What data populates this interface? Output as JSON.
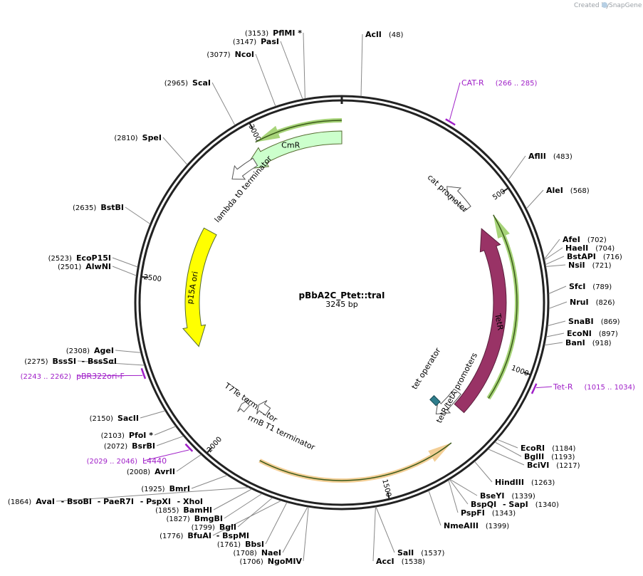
{
  "brand": {
    "created_by": "Created by",
    "name": "SnapGene"
  },
  "plasmid": {
    "name": "pBbA2C_Ptet::traI",
    "length": 3245,
    "length_label": "3245 bp"
  },
  "ticks": [
    500,
    1000,
    1500,
    2000,
    2500,
    3000
  ],
  "enzymes": [
    {
      "name": "AclI",
      "pos": "(48)",
      "bp": 48
    },
    {
      "name": "AflII",
      "pos": "(483)",
      "bp": 483
    },
    {
      "name": "AleI",
      "pos": "(568)",
      "bp": 568
    },
    {
      "name": "AfeI",
      "pos": "(702)",
      "bp": 702
    },
    {
      "name": "HaeII",
      "pos": "(704)",
      "bp": 704
    },
    {
      "name": "BstAPI",
      "pos": "(716)",
      "bp": 716
    },
    {
      "name": "NsiI",
      "pos": "(721)",
      "bp": 721
    },
    {
      "name": "SfcI",
      "pos": "(789)",
      "bp": 789
    },
    {
      "name": "NruI",
      "pos": "(826)",
      "bp": 826
    },
    {
      "name": "SnaBI",
      "pos": "(869)",
      "bp": 869
    },
    {
      "name": "EcoNI",
      "pos": "(897)",
      "bp": 897
    },
    {
      "name": "BanI",
      "pos": "(918)",
      "bp": 918
    },
    {
      "name": "EcoRI",
      "pos": "(1184)",
      "bp": 1184
    },
    {
      "name": "BglII",
      "pos": "(1193)",
      "bp": 1193
    },
    {
      "name": "BciVI",
      "pos": "(1217)",
      "bp": 1217
    },
    {
      "name": "HindIII",
      "pos": "(1263)",
      "bp": 1263
    },
    {
      "name": "BseYI",
      "pos": "(1339)",
      "bp": 1339
    },
    {
      "name": "BspQI",
      "pos": "",
      "bp": 1340
    },
    {
      "name": "- SapI",
      "pos": "(1340)",
      "bp": 1340
    },
    {
      "name": "PspFI",
      "pos": "(1343)",
      "bp": 1343
    },
    {
      "name": "NmeAIII",
      "pos": "(1399)",
      "bp": 1399
    },
    {
      "name": "SalI",
      "pos": "(1537)",
      "bp": 1537
    },
    {
      "name": "AccI",
      "pos": "(1538)",
      "bp": 1538
    },
    {
      "name": "NgoMIV",
      "pos": "(1706)",
      "bp": 1706
    },
    {
      "name": "NaeI",
      "pos": "(1708)",
      "bp": 1708
    },
    {
      "name": "BbsI",
      "pos": "(1761)",
      "bp": 1761
    },
    {
      "name": "BfuAI",
      "pos": "(1776)",
      "bp": 1776
    },
    {
      "name": "- BspMI",
      "pos": "",
      "bp": 1776
    },
    {
      "name": "BglI",
      "pos": "(1799)",
      "bp": 1799
    },
    {
      "name": "BmgBI",
      "pos": "(1827)",
      "bp": 1827
    },
    {
      "name": "BamHI",
      "pos": "(1855)",
      "bp": 1855
    },
    {
      "name": "AvaI",
      "pos": "(1864)",
      "bp": 1864
    },
    {
      "name": "- BsoBI",
      "pos": "",
      "bp": 1864
    },
    {
      "name": "- PaeR7I",
      "pos": "",
      "bp": 1864
    },
    {
      "name": "- PspXI",
      "pos": "",
      "bp": 1864
    },
    {
      "name": "- XhoI",
      "pos": "",
      "bp": 1864
    },
    {
      "name": "BmrI",
      "pos": "(1925)",
      "bp": 1925
    },
    {
      "name": "AvrII",
      "pos": "(2008)",
      "bp": 2008
    },
    {
      "name": "BsrBI",
      "pos": "(2072)",
      "bp": 2072
    },
    {
      "name": "PfoI *",
      "pos": "(2103)",
      "bp": 2103
    },
    {
      "name": "SacII",
      "pos": "(2150)",
      "bp": 2150
    },
    {
      "name": "BssSI",
      "pos": "(2275)",
      "bp": 2275
    },
    {
      "name": "- BssSαI",
      "pos": "",
      "bp": 2275
    },
    {
      "name": "AgeI",
      "pos": "(2308)",
      "bp": 2308
    },
    {
      "name": "AlwNI",
      "pos": "(2501)",
      "bp": 2501
    },
    {
      "name": "EcoP15I",
      "pos": "(2523)",
      "bp": 2523
    },
    {
      "name": "BstBI",
      "pos": "(2635)",
      "bp": 2635
    },
    {
      "name": "SpeI",
      "pos": "(2810)",
      "bp": 2810
    },
    {
      "name": "ScaI",
      "pos": "(2965)",
      "bp": 2965
    },
    {
      "name": "NcoI",
      "pos": "(3077)",
      "bp": 3077
    },
    {
      "name": "PasI",
      "pos": "(3147)",
      "bp": 3147
    },
    {
      "name": "PflMI *",
      "pos": "(3153)",
      "bp": 3153
    }
  ],
  "primers": [
    {
      "name": "CAT-R",
      "range": "(266 .. 285)",
      "start": 266,
      "end": 285
    },
    {
      "name": "Tet-R",
      "range": "(1015 .. 1034)",
      "start": 1015,
      "end": 1034
    },
    {
      "name": "L4440",
      "range": "(2029 .. 2046)",
      "start": 2029,
      "end": 2046
    },
    {
      "name": "pBR322ori-F",
      "range": "(2243 .. 2262)",
      "start": 2243,
      "end": 2262
    }
  ],
  "features": [
    {
      "name": "CmR",
      "type": "cds",
      "start": 2920,
      "end": 3245,
      "color": "#ccffcc",
      "direction": "reverse"
    },
    {
      "name": "cat promoter",
      "type": "promoter",
      "start": 380,
      "end": 480,
      "color": "#ffffff",
      "direction": "reverse"
    },
    {
      "name": "lambda t0 terminator",
      "type": "terminator",
      "start": 2870,
      "end": 2960,
      "color": "#ffffff",
      "direction": "reverse"
    },
    {
      "name": "p15A ori",
      "type": "rep_origin",
      "start": 2280,
      "end": 2690,
      "color": "#ffff00",
      "direction": "reverse"
    },
    {
      "name": "TetR",
      "type": "cds",
      "start": 560,
      "end": 1190,
      "color": "#993366",
      "direction": "reverse"
    },
    {
      "name": "tetR/tetA promoters",
      "type": "promoter",
      "start": 1150,
      "end": 1260,
      "color": "#ffffff",
      "direction": "forward"
    },
    {
      "name": "tet operator",
      "type": "protein_bind",
      "start": 1220,
      "end": 1240,
      "color": "#2e7d8c",
      "direction": "none"
    },
    {
      "name": "T7Te terminator",
      "type": "terminator",
      "start": 2000,
      "end": 2025,
      "color": "#ffffff",
      "direction": "forward"
    },
    {
      "name": "rrnB T1 terminator",
      "type": "terminator",
      "start": 1930,
      "end": 1975,
      "color": "#ffffff",
      "direction": "forward"
    }
  ],
  "orfs": [
    {
      "start": 2990,
      "end": 3245,
      "color": "#9dcf6a",
      "direction": "reverse"
    },
    {
      "start": 540,
      "end": 1110,
      "color": "#9dcf6a",
      "direction": "reverse"
    },
    {
      "start": 1280,
      "end": 1870,
      "color": "#f2c98a",
      "direction": "reverse"
    }
  ]
}
